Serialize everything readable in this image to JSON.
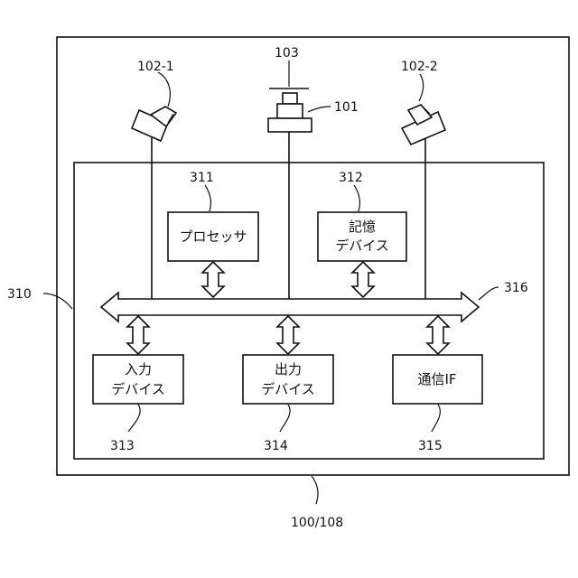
{
  "labels": {
    "outer": "100/108",
    "inner": "310",
    "bus": "316",
    "camera_left": "102-1",
    "camera_right": "102-2",
    "top_device": "103",
    "device": "101",
    "processor": "311",
    "storage": "312",
    "input": "313",
    "output": "314",
    "comm": "315"
  },
  "boxes": {
    "processor": [
      "プロセッサ"
    ],
    "storage": [
      "記憶",
      "デバイス"
    ],
    "input": [
      "入力",
      "デバイス"
    ],
    "output": [
      "出力",
      "デバイス"
    ],
    "comm": [
      "通信IF"
    ]
  }
}
